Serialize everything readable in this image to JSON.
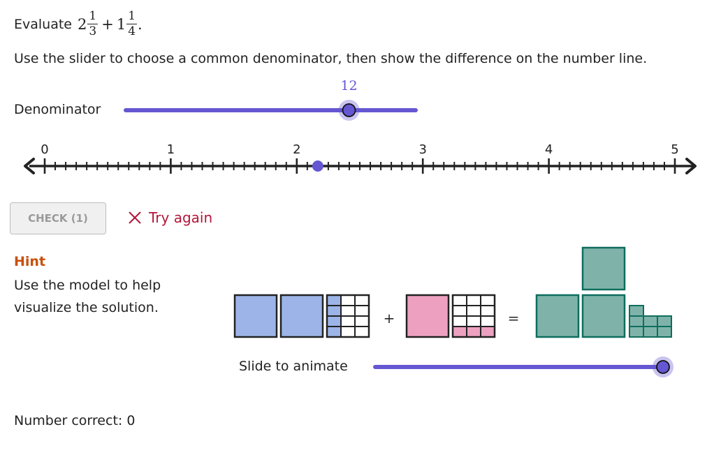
{
  "question": {
    "prefix": "Evaluate",
    "whole1": "2",
    "num1": "1",
    "den1": "3",
    "operator": "+",
    "whole2": "1",
    "num2": "1",
    "den2": "4",
    "suffix": ".",
    "instruction": "Use the slider to choose a common denominator, then show the difference on the number line."
  },
  "denominator_slider": {
    "label": "Denominator",
    "value": "12",
    "fraction": 0.77,
    "accent": "#6557d2"
  },
  "number_line": {
    "min": 0,
    "max": 5,
    "labels": [
      "0",
      "1",
      "2",
      "3",
      "4",
      "5"
    ],
    "subdivisions": 12,
    "point_value": 2.1667,
    "point_color": "#6557d2"
  },
  "check": {
    "button_label": "CHECK (1)",
    "feedback_icon": "x-icon",
    "feedback_text": "Try again",
    "feedback_color": "#b3163a"
  },
  "hint": {
    "title": "Hint",
    "text": "Use the model to help visualize the solution.",
    "title_color": "#c8500e"
  },
  "model": {
    "plus_sign": "+",
    "equals_sign": "=",
    "first_color": "#9db4e8",
    "second_color": "#eda0c0",
    "result_color": "#7fb3aa",
    "result_border": "#0f6e5d"
  },
  "animate_slider": {
    "label": "Slide to animate",
    "fraction": 1.0
  },
  "score": {
    "text": "Number correct: 0"
  }
}
